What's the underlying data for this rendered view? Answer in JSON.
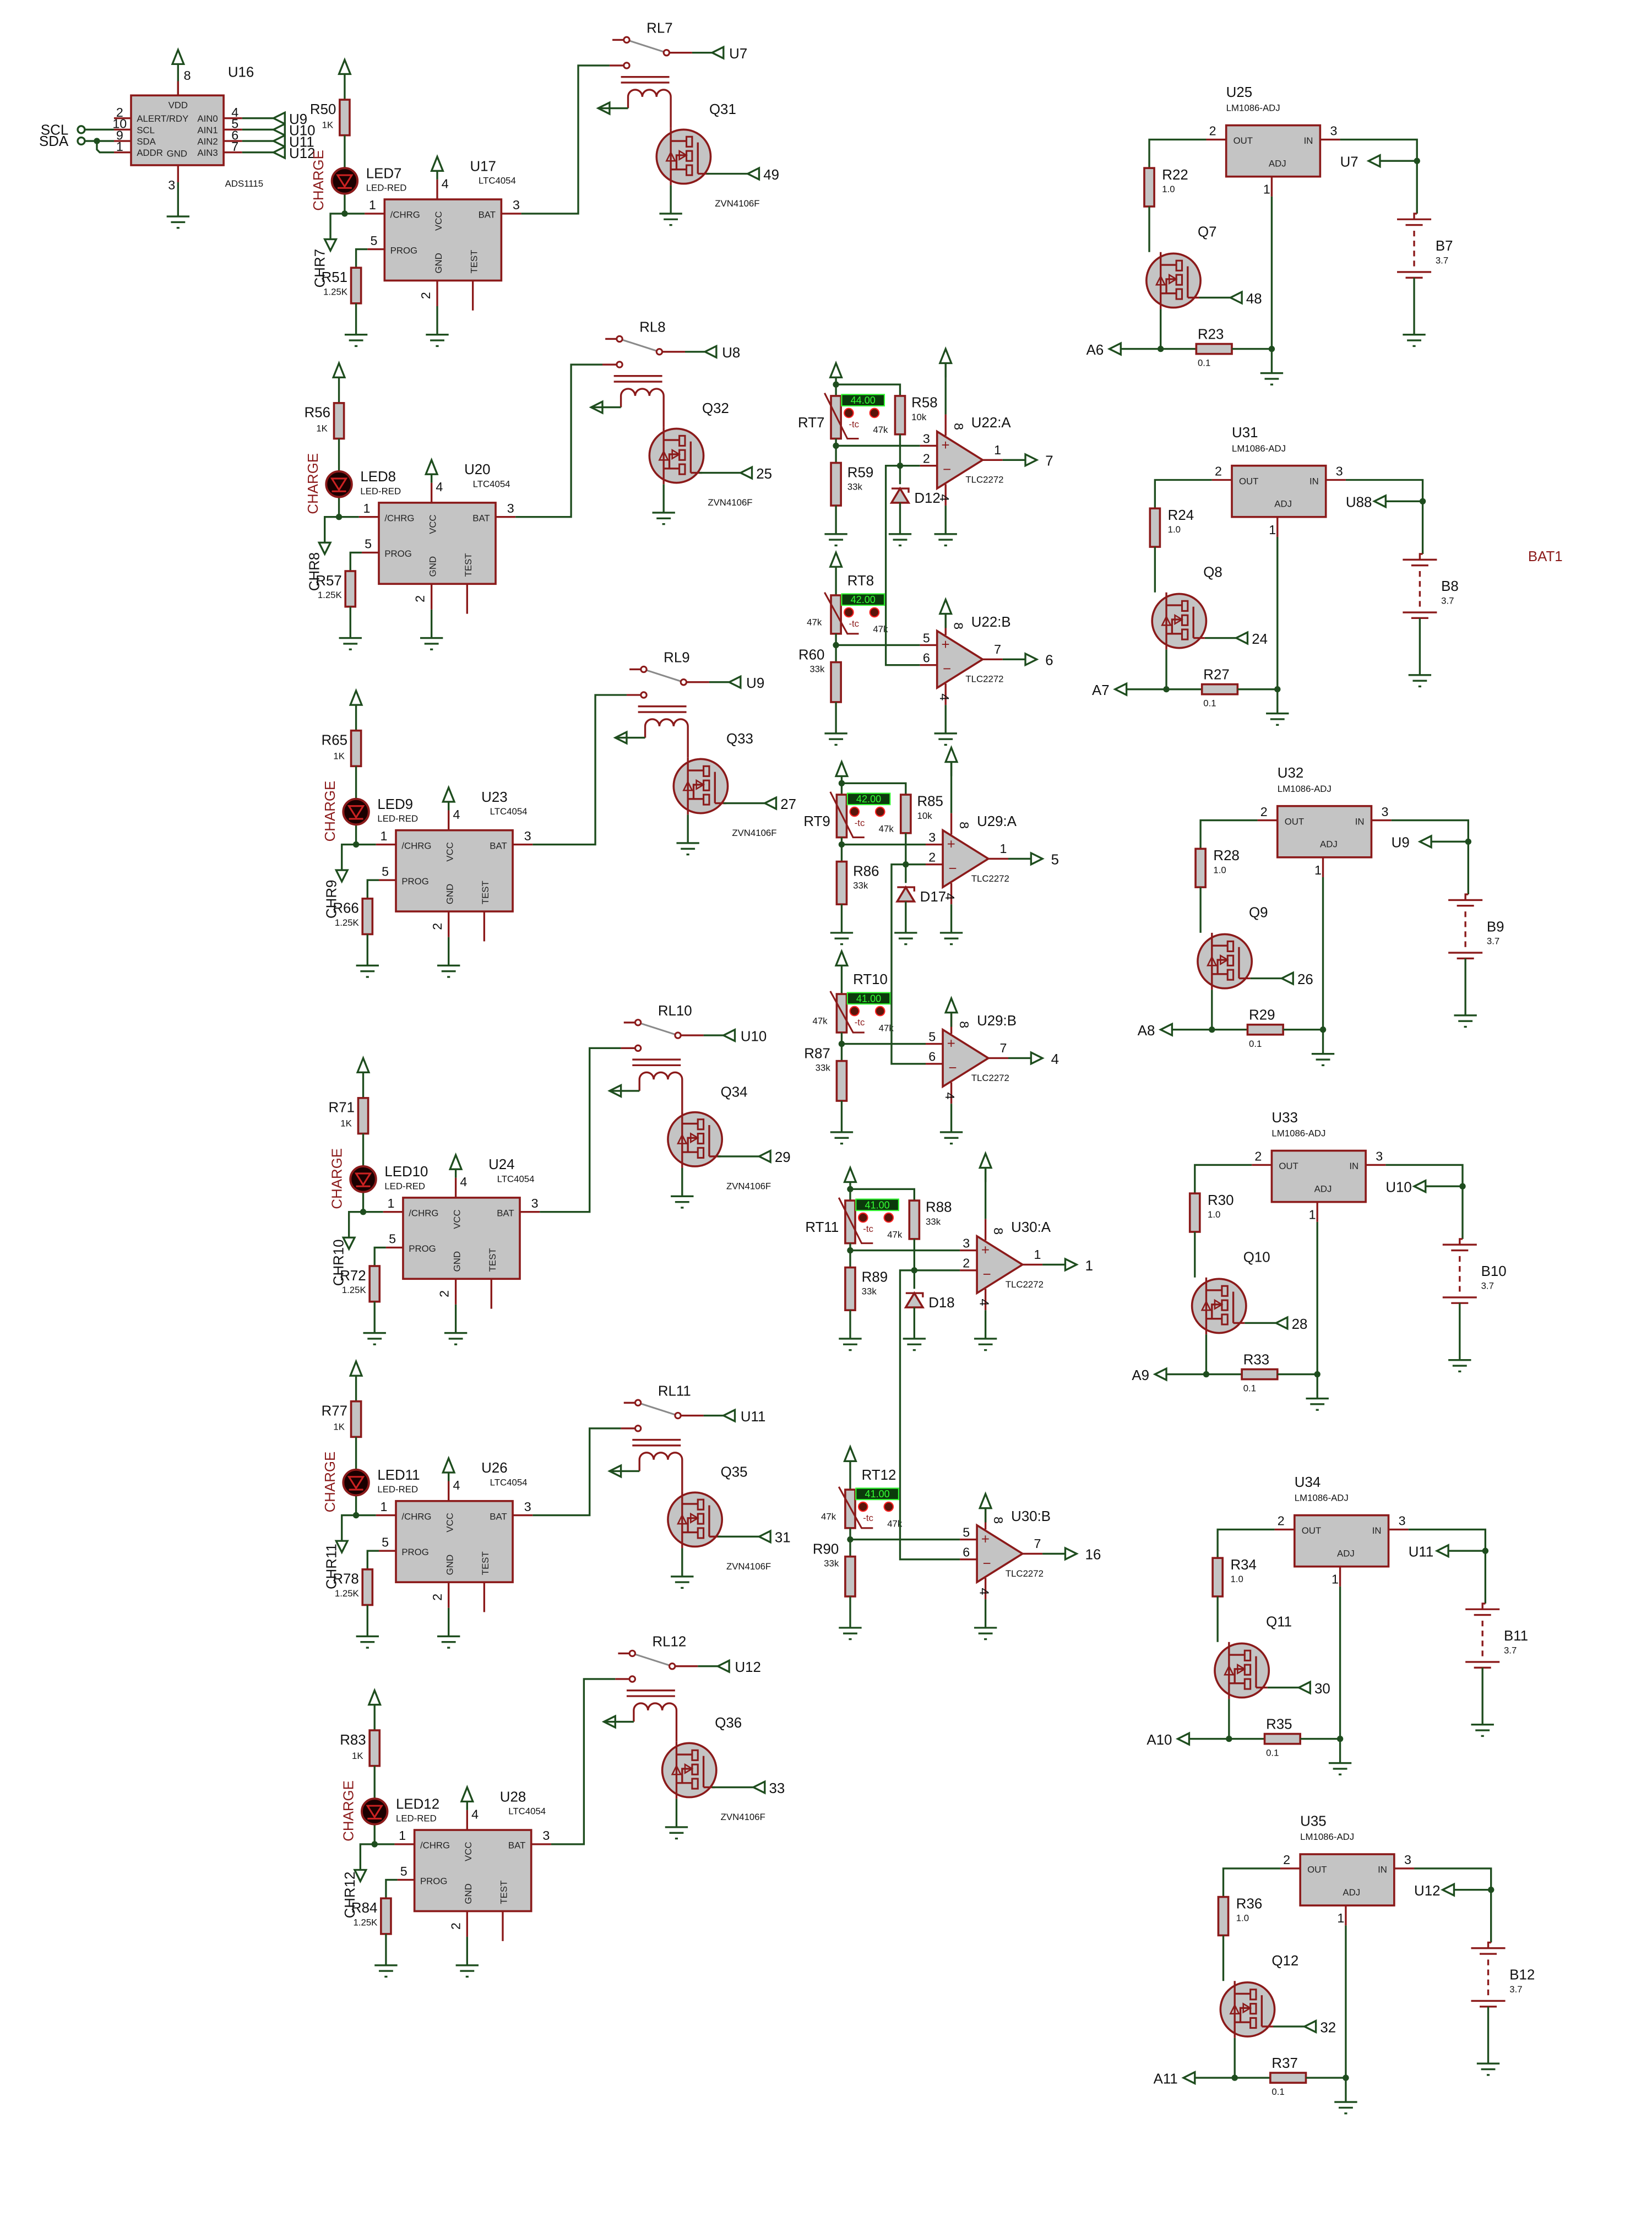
{
  "adc": {
    "ref": "U16",
    "part": "ADS1115",
    "left_pins": [
      {
        "num": "2",
        "label": "ALERT/RDY"
      },
      {
        "num": "10",
        "label": "SCL",
        "net": "SCL"
      },
      {
        "num": "9",
        "label": "SDA",
        "net": "SDA"
      },
      {
        "num": "1",
        "label": "ADDR"
      }
    ],
    "right_pins": [
      {
        "num": "4",
        "label": "AIN0",
        "net": "U9"
      },
      {
        "num": "5",
        "label": "AIN1",
        "net": "U10"
      },
      {
        "num": "6",
        "label": "AIN2",
        "net": "U11"
      },
      {
        "num": "7",
        "label": "AIN3",
        "net": "U12"
      }
    ],
    "vdd_label": "VDD",
    "gnd_label": "GND",
    "vdd_pin": "8",
    "gnd_pin": "3"
  },
  "charger_pins": {
    "chrg": "/CHRG",
    "prog": "PROG",
    "bat": "BAT",
    "vcc": "VCC",
    "gnd": "GND",
    "test": "TEST",
    "n_chrg": "1",
    "n_prog": "5",
    "n_bat": "3",
    "n_vcc": "4",
    "n_gnd": "2"
  },
  "chargers": [
    {
      "ic": "U17",
      "part": "LTC4054",
      "led": "LED7",
      "led_part": "LED-RED",
      "led_label": "CHARGE",
      "r_led": "R50",
      "r_led_val": "1K",
      "r_prog": "R51",
      "r_prog_val": "1.25K",
      "chr": "CHR7"
    },
    {
      "ic": "U20",
      "part": "LTC4054",
      "led": "LED8",
      "led_part": "LED-RED",
      "led_label": "CHARGE",
      "r_led": "R56",
      "r_led_val": "1K",
      "r_prog": "R57",
      "r_prog_val": "1.25K",
      "chr": "CHR8"
    },
    {
      "ic": "U23",
      "part": "LTC4054",
      "led": "LED9",
      "led_part": "LED-RED",
      "led_label": "CHARGE",
      "r_led": "R65",
      "r_led_val": "1K",
      "r_prog": "R66",
      "r_prog_val": "1.25K",
      "chr": "CHR9"
    },
    {
      "ic": "U24",
      "part": "LTC4054",
      "led": "LED10",
      "led_part": "LED-RED",
      "led_label": "CHARGE",
      "r_led": "R71",
      "r_led_val": "1K",
      "r_prog": "R72",
      "r_prog_val": "1.25K",
      "chr": "CHR10"
    },
    {
      "ic": "U26",
      "part": "LTC4054",
      "led": "LED11",
      "led_part": "LED-RED",
      "led_label": "CHARGE",
      "r_led": "R77",
      "r_led_val": "1K",
      "r_prog": "R78",
      "r_prog_val": "1.25K",
      "chr": "CHR11"
    },
    {
      "ic": "U28",
      "part": "LTC4054",
      "led": "LED12",
      "led_part": "LED-RED",
      "led_label": "CHARGE",
      "r_led": "R83",
      "r_led_val": "1K",
      "r_prog": "R84",
      "r_prog_val": "1.25K",
      "chr": "CHR12"
    }
  ],
  "relays": [
    {
      "ref": "RL7",
      "net": "U7",
      "q": "Q31",
      "q_part": "ZVN4106F",
      "gate_net": "49"
    },
    {
      "ref": "RL8",
      "net": "U8",
      "q": "Q32",
      "q_part": "ZVN4106F",
      "gate_net": "25"
    },
    {
      "ref": "RL9",
      "net": "U9",
      "q": "Q33",
      "q_part": "ZVN4106F",
      "gate_net": "27"
    },
    {
      "ref": "RL10",
      "net": "U10",
      "q": "Q34",
      "q_part": "ZVN4106F",
      "gate_net": "29"
    },
    {
      "ref": "RL11",
      "net": "U11",
      "q": "Q35",
      "q_part": "ZVN4106F",
      "gate_net": "31"
    },
    {
      "ref": "RL12",
      "net": "U12",
      "q": "Q36",
      "q_part": "ZVN4106F",
      "gate_net": "33"
    }
  ],
  "comparators": [
    {
      "ic": "U22",
      "part": "TLC2272",
      "a": {
        "unit": "U22:A",
        "rt": "RT7",
        "temp": "44.00",
        "rt_val": "47k",
        "rt_tc": "-tc",
        "r_ref": "R58",
        "r_ref_val": "10k",
        "r_low": "R59",
        "r_low_val": "33k",
        "zener": "D12",
        "pins": [
          "3",
          "2",
          "1",
          "8",
          "4"
        ],
        "out_net": "7"
      },
      "b": {
        "unit": "U22:B",
        "rt": "RT8",
        "temp": "42.00",
        "rt_val": "47k",
        "rt_tc": "-tc",
        "r_low": "R60",
        "r_low_val": "33k",
        "pins": [
          "5",
          "6",
          "7",
          "8",
          "4"
        ],
        "out_net": "6"
      }
    },
    {
      "ic": "U29",
      "part": "TLC2272",
      "a": {
        "unit": "U29:A",
        "rt": "RT9",
        "temp": "42.00",
        "rt_val": "47k",
        "rt_tc": "-tc",
        "r_ref": "R85",
        "r_ref_val": "10k",
        "r_low": "R86",
        "r_low_val": "33k",
        "zener": "D17",
        "pins": [
          "3",
          "2",
          "1",
          "8",
          "4"
        ],
        "out_net": "5"
      },
      "b": {
        "unit": "U29:B",
        "rt": "RT10",
        "temp": "41.00",
        "rt_val": "47k",
        "rt_tc": "-tc",
        "r_low": "R87",
        "r_low_val": "33k",
        "pins": [
          "5",
          "6",
          "7",
          "8",
          "4"
        ],
        "out_net": "4"
      }
    },
    {
      "ic": "U30",
      "part": "TLC2272",
      "a": {
        "unit": "U30:A",
        "rt": "RT11",
        "temp": "41.00",
        "rt_val": "47k",
        "rt_tc": "-tc",
        "r_ref": "R88",
        "r_ref_val": "33k",
        "r_low": "R89",
        "r_low_val": "33k",
        "zener": "D18",
        "pins": [
          "3",
          "2",
          "1",
          "8",
          "4"
        ],
        "out_net": "1"
      },
      "b": {
        "unit": "U30:B",
        "rt": "RT12",
        "temp": "41.00",
        "rt_val": "47k",
        "rt_tc": "-tc",
        "r_low": "R90",
        "r_low_val": "33k",
        "pins": [
          "5",
          "6",
          "7",
          "8",
          "4"
        ],
        "out_net": "16"
      }
    }
  ],
  "regulator_pins": {
    "out": "OUT",
    "in": "IN",
    "adj": "ADJ",
    "n_out": "2",
    "n_in": "3",
    "n_adj": "1"
  },
  "regulators": [
    {
      "ic": "U25",
      "part": "LM1086-ADJ",
      "r_top": "R22",
      "r_top_val": "1.0",
      "q": "Q7",
      "gate_net": "48",
      "r_sense": "R23",
      "r_sense_val": "0.1",
      "sense_net": "A6",
      "in_net": "U7",
      "bat": "B7",
      "bat_val": "3.7"
    },
    {
      "ic": "U31",
      "part": "LM1086-ADJ",
      "r_top": "R24",
      "r_top_val": "1.0",
      "q": "Q8",
      "gate_net": "24",
      "r_sense": "R27",
      "r_sense_val": "0.1",
      "sense_net": "A7",
      "in_net": "U88",
      "bat": "B8",
      "bat_val": "3.7"
    },
    {
      "ic": "U32",
      "part": "LM1086-ADJ",
      "r_top": "R28",
      "r_top_val": "1.0",
      "q": "Q9",
      "gate_net": "26",
      "r_sense": "R29",
      "r_sense_val": "0.1",
      "sense_net": "A8",
      "in_net": "U9",
      "bat": "B9",
      "bat_val": "3.7"
    },
    {
      "ic": "U33",
      "part": "LM1086-ADJ",
      "r_top": "R30",
      "r_top_val": "1.0",
      "q": "Q10",
      "gate_net": "28",
      "r_sense": "R33",
      "r_sense_val": "0.1",
      "sense_net": "A9",
      "in_net": "U10",
      "bat": "B10",
      "bat_val": "3.7"
    },
    {
      "ic": "U34",
      "part": "LM1086-ADJ",
      "r_top": "R34",
      "r_top_val": "1.0",
      "q": "Q11",
      "gate_net": "30",
      "r_sense": "R35",
      "r_sense_val": "0.1",
      "sense_net": "A10",
      "in_net": "U11",
      "bat": "B11",
      "bat_val": "3.7"
    },
    {
      "ic": "U35",
      "part": "LM1086-ADJ",
      "r_top": "R36",
      "r_top_val": "1.0",
      "q": "Q12",
      "gate_net": "32",
      "r_sense": "R37",
      "r_sense_val": "0.1",
      "sense_net": "A11",
      "in_net": "U12",
      "bat": "B12",
      "bat_val": "3.7"
    }
  ],
  "bat1_label": "BAT1",
  "colors": {
    "wire": "#1e4d1e",
    "pin": "#8b1a1a",
    "body": "#c4c4c4",
    "lcd_text": "#33ff33"
  }
}
